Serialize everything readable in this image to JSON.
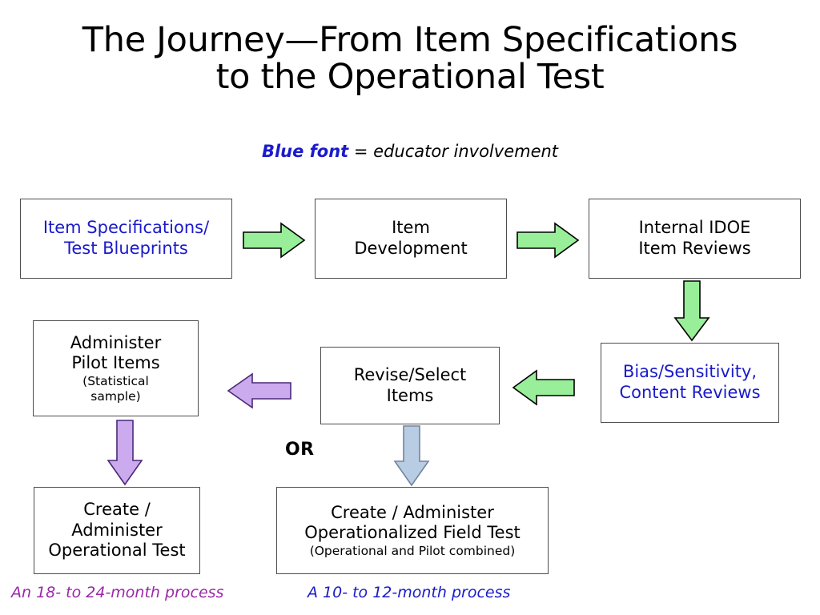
{
  "slide": {
    "title_line1": "The Journey—From Item Specifications",
    "title_line2": "to the Operational Test",
    "legend": {
      "blue_word": "Blue font",
      "rest": " = educator involvement"
    },
    "or_label": "OR"
  },
  "colors": {
    "blue_text": "#1a1acc",
    "purple_text": "#9a28a8",
    "green_arrow_fill": "#99ee99",
    "purple_arrow_fill": "#ccaaee",
    "blue_arrow_fill": "#b8cce4",
    "box_border": "#4d4d4d",
    "background": "#ffffff"
  },
  "boxes": [
    {
      "id": "item-specs",
      "lines": [
        "Item Specifications/",
        "Test Blueprints"
      ],
      "sub": "",
      "color": "blue"
    },
    {
      "id": "item-development",
      "lines": [
        "Item",
        "Development"
      ],
      "sub": "",
      "color": "black"
    },
    {
      "id": "internal-idoe",
      "lines": [
        "Internal IDOE",
        "Item Reviews"
      ],
      "sub": "",
      "color": "black"
    },
    {
      "id": "bias-sensitivity",
      "lines": [
        "Bias/Sensitivity,",
        "Content Reviews"
      ],
      "sub": "",
      "color": "blue"
    },
    {
      "id": "revise-select",
      "lines": [
        "Revise/Select",
        "Items"
      ],
      "sub": "",
      "color": "black"
    },
    {
      "id": "administer-pilot",
      "lines": [
        "Administer",
        "Pilot Items"
      ],
      "sub_lines": [
        "(Statistical",
        "sample)"
      ],
      "color": "black"
    },
    {
      "id": "create-op-test",
      "lines": [
        "Create /",
        "Administer",
        "Operational Test"
      ],
      "sub": "",
      "color": "black"
    },
    {
      "id": "create-field-test",
      "lines": [
        "Create / Administer",
        "Operationalized Field Test"
      ],
      "sub_lines": [
        "(Operational and Pilot combined)"
      ],
      "color": "black"
    }
  ],
  "arrows": [
    {
      "id": "specs-to-development",
      "direction": "right",
      "color": "green"
    },
    {
      "id": "development-to-idoe",
      "direction": "right",
      "color": "green"
    },
    {
      "id": "idoe-to-bias",
      "direction": "down",
      "color": "green"
    },
    {
      "id": "bias-to-revise",
      "direction": "left",
      "color": "green"
    },
    {
      "id": "revise-to-pilot",
      "direction": "left",
      "color": "purple"
    },
    {
      "id": "pilot-to-operational-test",
      "direction": "down",
      "color": "purple"
    },
    {
      "id": "revise-to-field-test",
      "direction": "down",
      "color": "blue"
    }
  ],
  "footnotes": {
    "left": "An 18- to 24-month process",
    "right": "A 10- to 12-month process"
  }
}
